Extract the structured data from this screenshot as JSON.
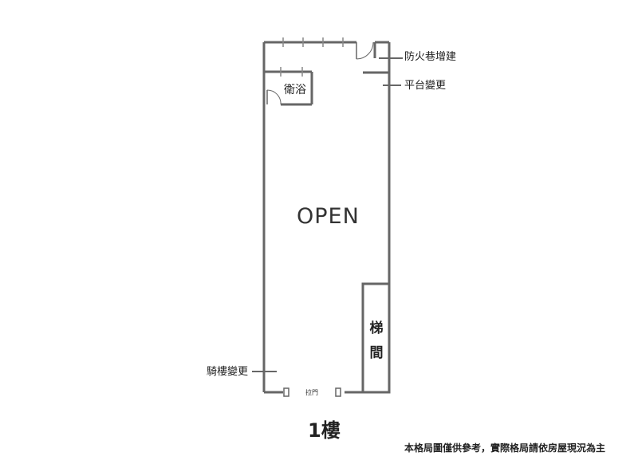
{
  "plan": {
    "open_label": "OPEN",
    "bathroom_label": "衛浴",
    "stair_label_1": "梯",
    "stair_label_2": "間",
    "pull_door_label": "拉門"
  },
  "annotations": {
    "fire_lane": "防火巷增建",
    "platform": "平台變更",
    "arcade": "騎樓變更"
  },
  "floor_label": "1樓",
  "disclaimer": "本格局圖僅供參考，實際格局請依房屋現況為主",
  "colors": {
    "wall": "#666666",
    "text": "#222222"
  }
}
